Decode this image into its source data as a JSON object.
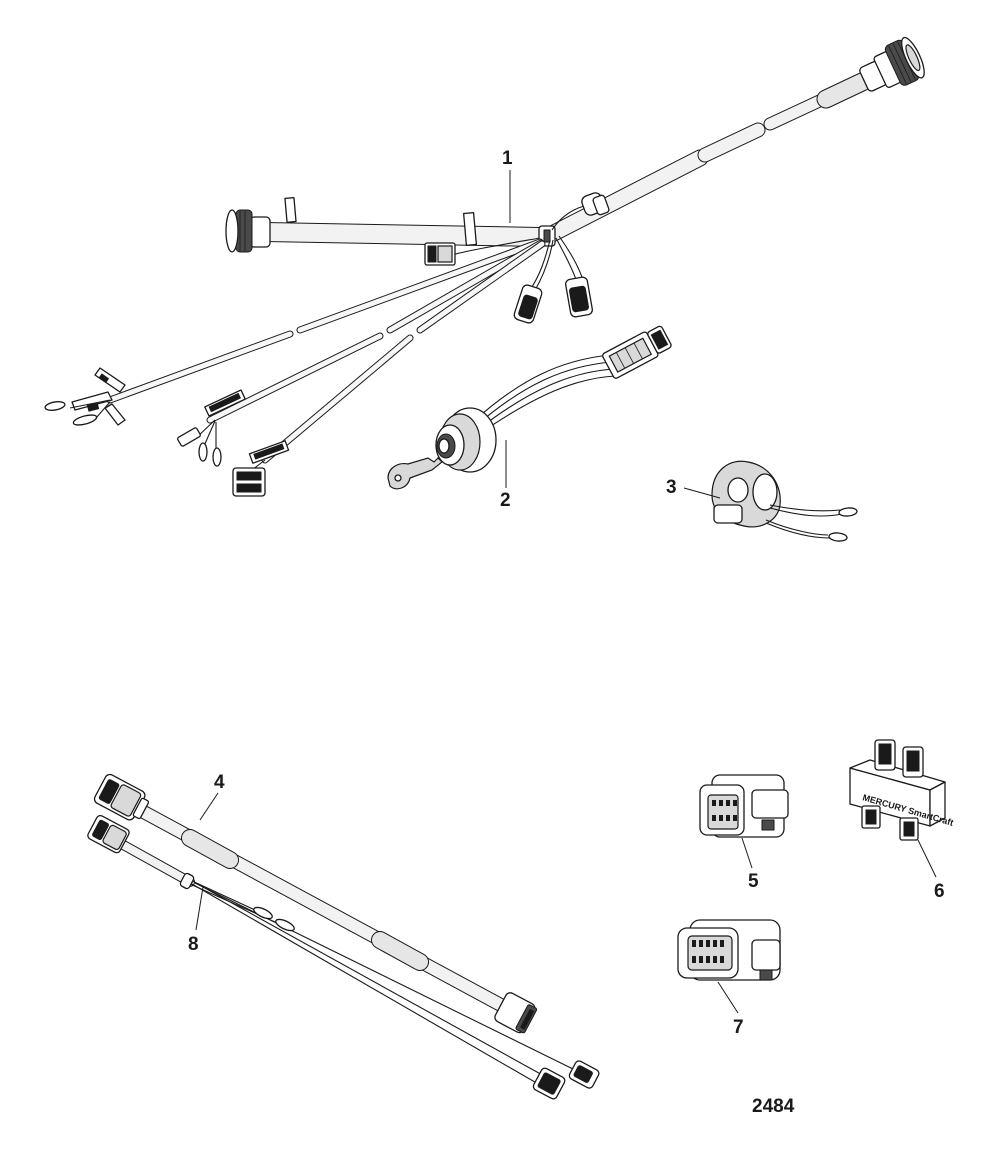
{
  "diagram": {
    "figure_number": "2484",
    "callouts": [
      {
        "id": "1",
        "label": "1"
      },
      {
        "id": "2",
        "label": "2"
      },
      {
        "id": "3",
        "label": "3"
      },
      {
        "id": "4",
        "label": "4"
      },
      {
        "id": "5",
        "label": "5"
      },
      {
        "id": "6",
        "label": "6"
      },
      {
        "id": "7",
        "label": "7"
      },
      {
        "id": "8",
        "label": "8"
      }
    ],
    "brand_text": "MERCURY SmartCraft"
  }
}
